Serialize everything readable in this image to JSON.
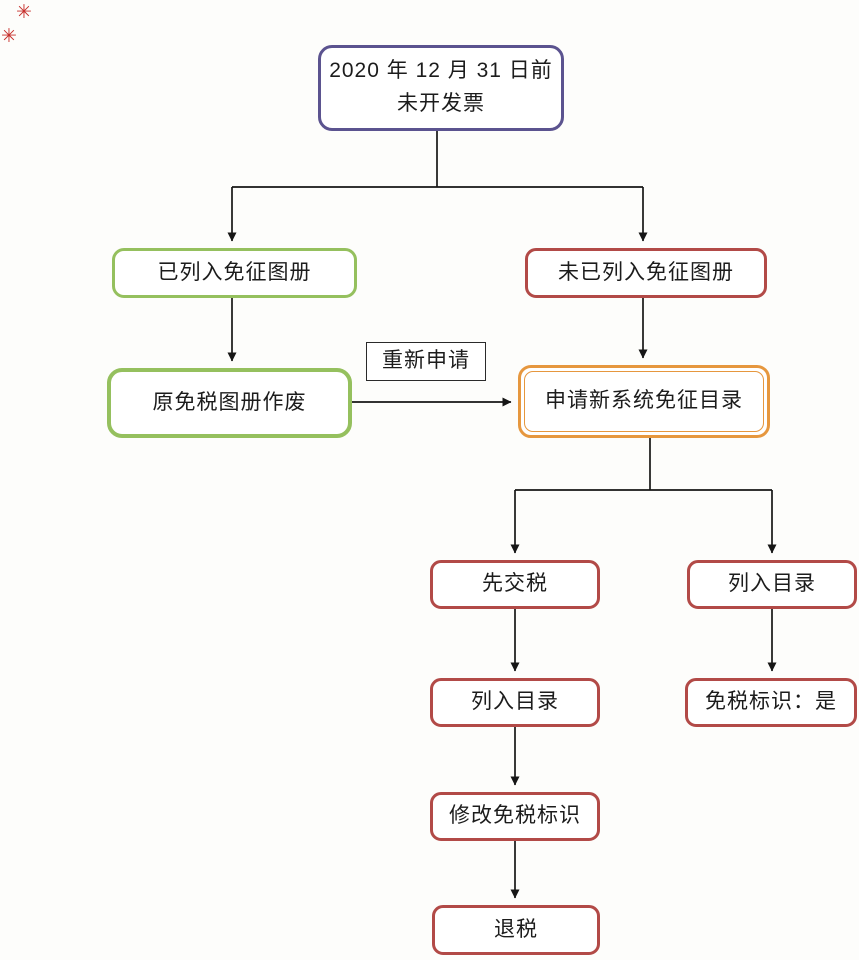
{
  "colors": {
    "purple": "#5b538f",
    "green": "#95c05e",
    "red": "#b24a47",
    "orange": "#e6973e",
    "line": "#161616",
    "mark": "#c62f2b"
  },
  "decorations": {
    "mark_top": "✳",
    "mark_left": "✳"
  },
  "nodes": {
    "start": {
      "line1": "2020 年 12 月 31 日前",
      "line2": "未开发票"
    },
    "listed": {
      "label": "已列入免征图册"
    },
    "not_listed": {
      "label": "未已列入免征图册"
    },
    "old_void": {
      "label": "原免税图册作废"
    },
    "reapply": {
      "label": "重新申请"
    },
    "apply_new": {
      "label": "申请新系统免征目录"
    },
    "pay_first": {
      "label": "先交税"
    },
    "catalog_right": {
      "label": "列入目录"
    },
    "catalog_mid": {
      "label": "列入目录"
    },
    "flag_yes": {
      "label": "免税标识：是"
    },
    "modify_flag": {
      "label": "修改免税标识"
    },
    "refund": {
      "label": "退税"
    }
  },
  "edges": [
    {
      "from": "start",
      "to": "listed"
    },
    {
      "from": "start",
      "to": "not_listed"
    },
    {
      "from": "listed",
      "to": "old_void"
    },
    {
      "from": "old_void",
      "to": "apply_new",
      "label": "重新申请"
    },
    {
      "from": "not_listed",
      "to": "apply_new"
    },
    {
      "from": "apply_new",
      "to": "pay_first"
    },
    {
      "from": "apply_new",
      "to": "catalog_right"
    },
    {
      "from": "pay_first",
      "to": "catalog_mid"
    },
    {
      "from": "catalog_mid",
      "to": "modify_flag"
    },
    {
      "from": "modify_flag",
      "to": "refund"
    },
    {
      "from": "catalog_right",
      "to": "flag_yes"
    }
  ]
}
